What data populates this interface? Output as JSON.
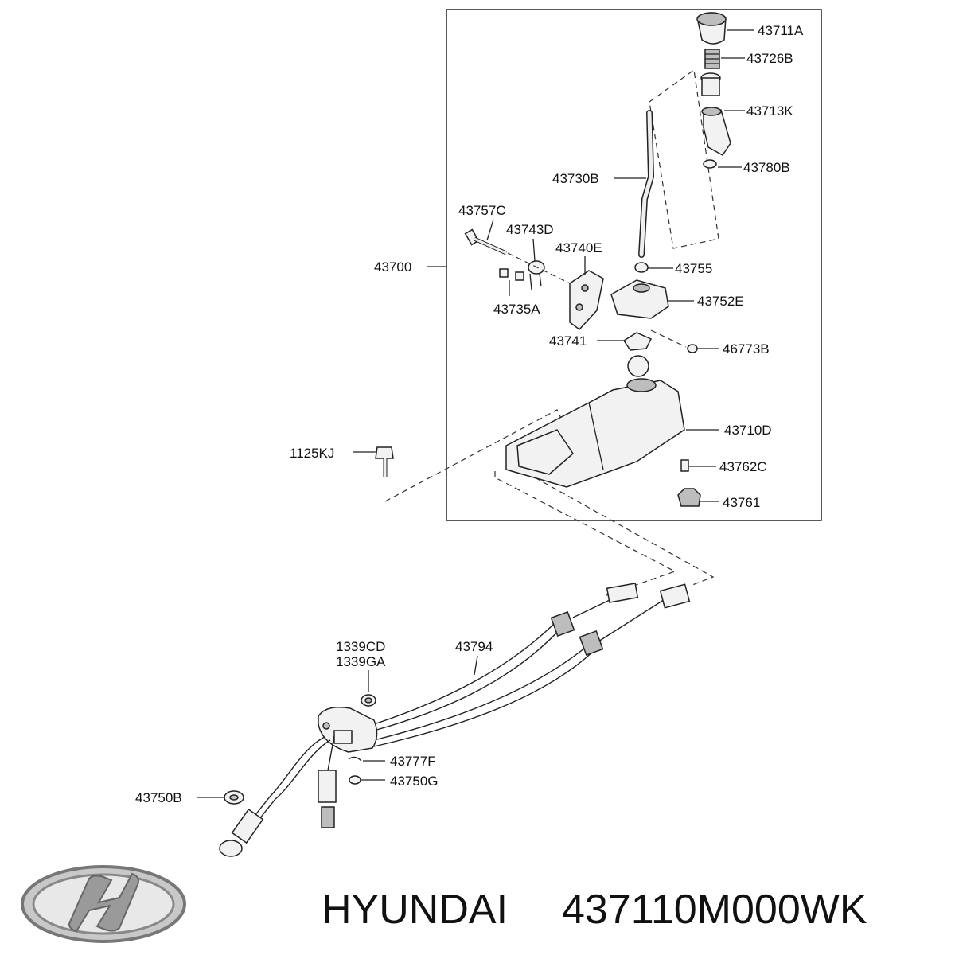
{
  "labels": {
    "p43711A": "43711A",
    "p43726B": "43726B",
    "p43713K": "43713K",
    "p43780B": "43780B",
    "p43730B": "43730B",
    "p43757C": "43757C",
    "p43743D": "43743D",
    "p43740E": "43740E",
    "p43700": "43700",
    "p43755": "43755",
    "p43735A": "43735A",
    "p43752E": "43752E",
    "p43741": "43741",
    "p46773B": "46773B",
    "p43710D": "43710D",
    "p1125KJ": "1125KJ",
    "p43762C": "43762C",
    "p43761": "43761",
    "p1339CD": "1339CD",
    "p1339GA": "1339GA",
    "p43794": "43794",
    "p43777F": "43777F",
    "p43750G": "43750G",
    "p43750B": "43750B"
  },
  "caption": {
    "brand": "HYUNDAI",
    "part_number": "437110M000WK"
  },
  "logo": {
    "name": "hyundai-logo",
    "text": "H"
  }
}
